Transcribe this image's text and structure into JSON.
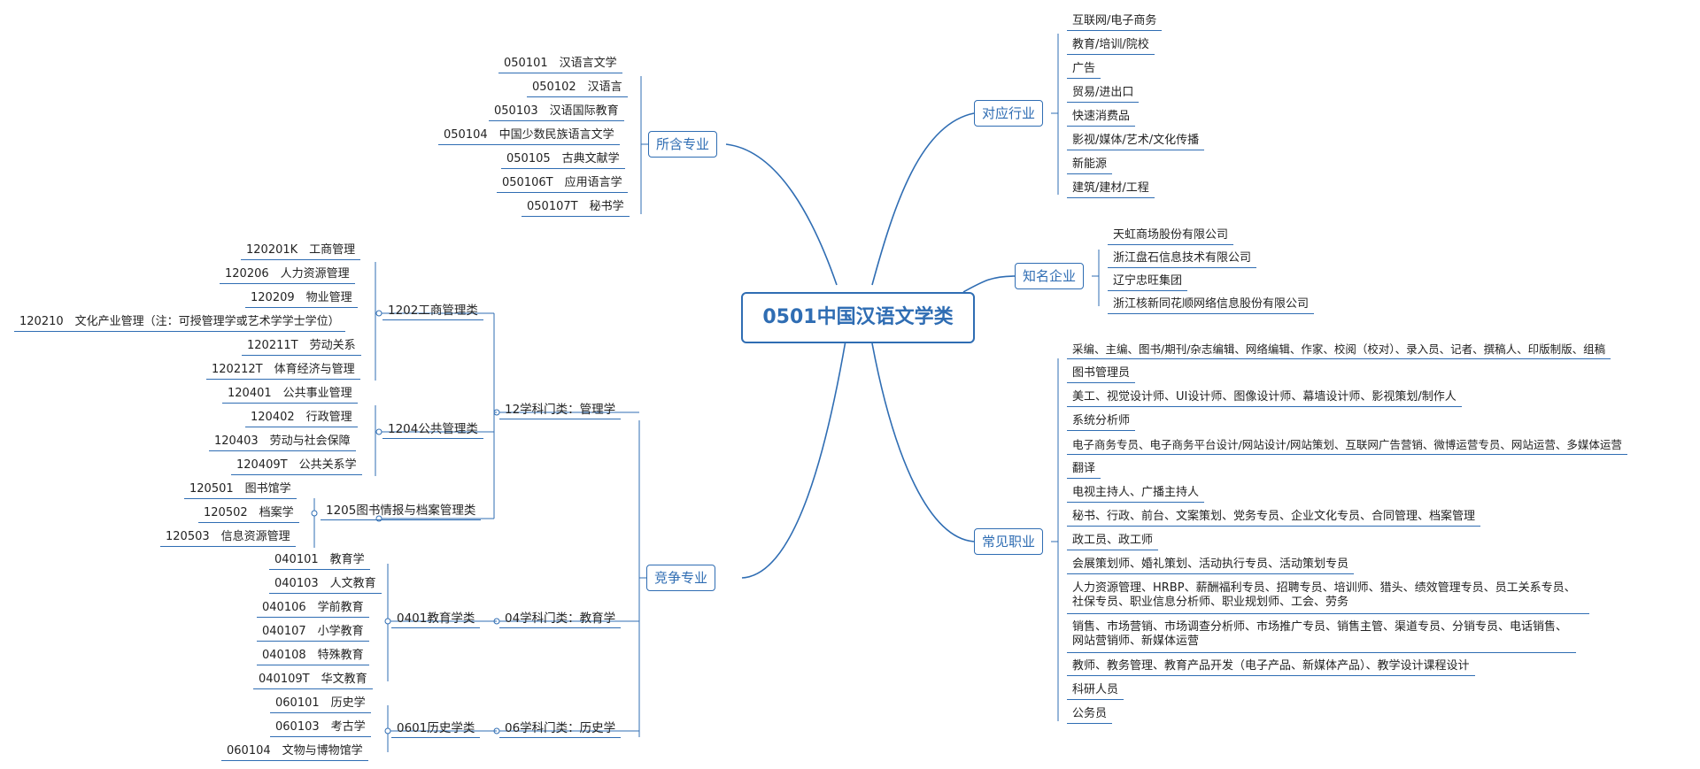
{
  "central": "0501中国汉语文学类",
  "branches": {
    "majors": {
      "title": "所含专业",
      "items": [
        "050101　汉语言文学",
        "050102　汉语言",
        "050103　汉语国际教育",
        "050104　中国少数民族语言文学",
        "050105　古典文献学",
        "050106T　应用语言学",
        "050107T　秘书学"
      ]
    },
    "industry": {
      "title": "对应行业",
      "items": [
        "互联网/电子商务",
        "教育/培训/院校",
        "广告",
        "贸易/进出口",
        "快速消费品",
        "影视/媒体/艺术/文化传播",
        "新能源",
        "建筑/建材/工程"
      ]
    },
    "companies": {
      "title": "知名企业",
      "items": [
        "天虹商场股份有限公司",
        "浙江盘石信息技术有限公司",
        "辽宁忠旺集团",
        "浙江核新同花顺网络信息股份有限公司"
      ]
    },
    "careers": {
      "title": "常见职业",
      "items": [
        "采编、主编、图书/期刊/杂志编辑、网络编辑、作家、校阅（校对）、录入员、记者、撰稿人、印版制版、组稿",
        "图书管理员",
        "美工、视觉设计师、UI设计师、图像设计师、幕墙设计师、影视策划/制作人",
        "系统分析师",
        "电子商务专员、电子商务平台设计/网站设计/网站策划、互联网广告营销、微博运营专员、网站运营、多媒体运营",
        "翻译",
        "电视主持人、广播主持人",
        "秘书、行政、前台、文案策划、党务专员、企业文化专员、合同管理、档案管理",
        "政工员、政工师",
        "会展策划师、婚礼策划、活动执行专员、活动策划专员",
        "人力资源管理、HRBP、薪酬福利专员、招聘专员、培训师、猎头、绩效管理专员、员工关系专员、社保专员、职业信息分析师、职业规划师、工会、劳务",
        "销售、市场营销、市场调查分析师、市场推广专员、销售主管、渠道专员、分销专员、电话销售、网站营销师、新媒体运营",
        "教师、教务管理、教育产品开发（电子产品、新媒体产品）、教学设计课程设计",
        "科研人员",
        "公务员"
      ]
    },
    "compete": {
      "title": "竞争专业",
      "groups": [
        {
          "label": "12学科门类：管理学",
          "subs": [
            {
              "label": "1202工商管理类",
              "items": [
                "120201K　工商管理",
                "120206　人力资源管理",
                "120209　物业管理",
                "120210　文化产业管理（注：可授管理学或艺术学学士学位）",
                "120211T　劳动关系",
                "120212T　体育经济与管理"
              ]
            },
            {
              "label": "1204公共管理类",
              "items": [
                "120401　公共事业管理",
                "120402　行政管理",
                "120403　劳动与社会保障",
                "120409T　公共关系学"
              ]
            },
            {
              "label": "1205图书情报与档案管理类",
              "items": [
                "120501　图书馆学",
                "120502　档案学",
                "120503　信息资源管理"
              ]
            }
          ]
        },
        {
          "label": "04学科门类：教育学",
          "subs": [
            {
              "label": "0401教育学类",
              "items": [
                "040101　教育学",
                "040103　人文教育",
                "040106　学前教育",
                "040107　小学教育",
                "040108　特殊教育",
                "040109T　华文教育"
              ]
            }
          ]
        },
        {
          "label": "06学科门类：历史学",
          "subs": [
            {
              "label": "0601历史学类",
              "items": [
                "060101　历史学",
                "060103　考古学",
                "060104　文物与博物馆学"
              ]
            }
          ]
        }
      ]
    }
  },
  "colors": {
    "accent": "#2f6db3",
    "text": "#222222",
    "background": "#ffffff"
  }
}
